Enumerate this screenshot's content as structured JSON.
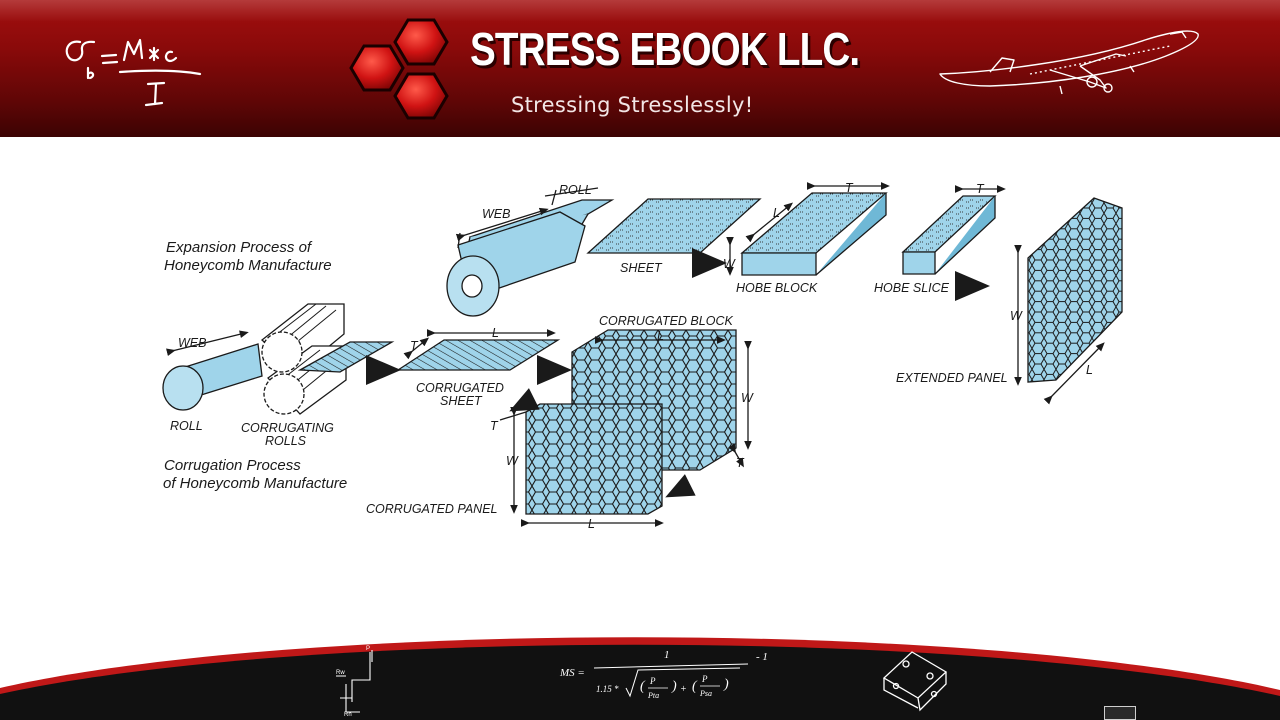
{
  "header": {
    "brand_title": "STRESS EBOOK LLC.",
    "tagline": "Stressing Stresslessly!",
    "formula_icon": "bending-stress-formula-icon",
    "logo_icon": "red-hexagon-cluster-icon",
    "plane_icon": "jet-airliner-sketch-icon"
  },
  "diagram": {
    "expansion_title_line1": "Expansion Process of",
    "expansion_title_line2": "Honeycomb Manufacture",
    "corrugation_title_line1": "Corrugation Process",
    "corrugation_title_line2": "of Honeycomb Manufacture",
    "labels": {
      "roll_top": "ROLL",
      "web_top": "WEB",
      "sheet": "SHEET",
      "w_sheet": "W",
      "hobe_block": "HOBE BLOCK",
      "l_block": "L",
      "t_block": "T",
      "hobe_slice": "HOBE SLICE",
      "t_slice": "T",
      "extended_panel": "EXTENDED PANEL",
      "w_panel": "W",
      "l_panel": "L",
      "web_bottom": "WEB",
      "roll_bottom": "ROLL",
      "corrugating_rolls_line1": "CORRUGATING",
      "corrugating_rolls_line2": "ROLLS",
      "t_corr": "T",
      "l_corr": "L",
      "corrugated_sheet_line1": "CORRUGATED",
      "corrugated_sheet_line2": "SHEET",
      "corrugated_block": "CORRUGATED BLOCK",
      "l_cblock": "L",
      "w_cblock": "W",
      "t_cblock": "T",
      "t_cpanel": "T",
      "w_cpanel": "W",
      "l_cpanel": "L",
      "corrugated_panel": "CORRUGATED PANEL"
    },
    "colors": {
      "material": "#9fd4ea",
      "material_dark": "#6fb8d6",
      "outline": "#1a1a1a"
    }
  },
  "footer": {
    "margin_formula": "MS = 1 / (1.15 * √((Pt/Pta)² + (Ps/Psa)²)) - 1",
    "fitting_icon": "angle-fitting-sketch-icon",
    "load_diagram_icon": "load-reaction-sketch-icon",
    "colors": {
      "band": "#111111",
      "edge": "#b01414"
    }
  }
}
